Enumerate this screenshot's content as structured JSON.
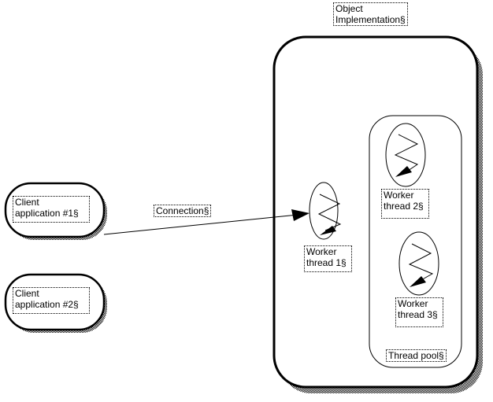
{
  "diagram": {
    "object_implementation": {
      "label": "Object\nImplementation§"
    },
    "clients": [
      {
        "label": "Client\napplication #1§"
      },
      {
        "label": "Client\napplication #2§"
      }
    ],
    "connection": {
      "label": "Connection§"
    },
    "workers": [
      {
        "label": "Worker\nthread 1§"
      },
      {
        "label": "Worker\nthread 2§"
      },
      {
        "label": "Worker\nthread 3§"
      }
    ],
    "thread_pool": {
      "label": "Thread pool§"
    },
    "colors": {
      "stroke": "#000000",
      "background": "#ffffff",
      "shadow": "#808080"
    }
  }
}
